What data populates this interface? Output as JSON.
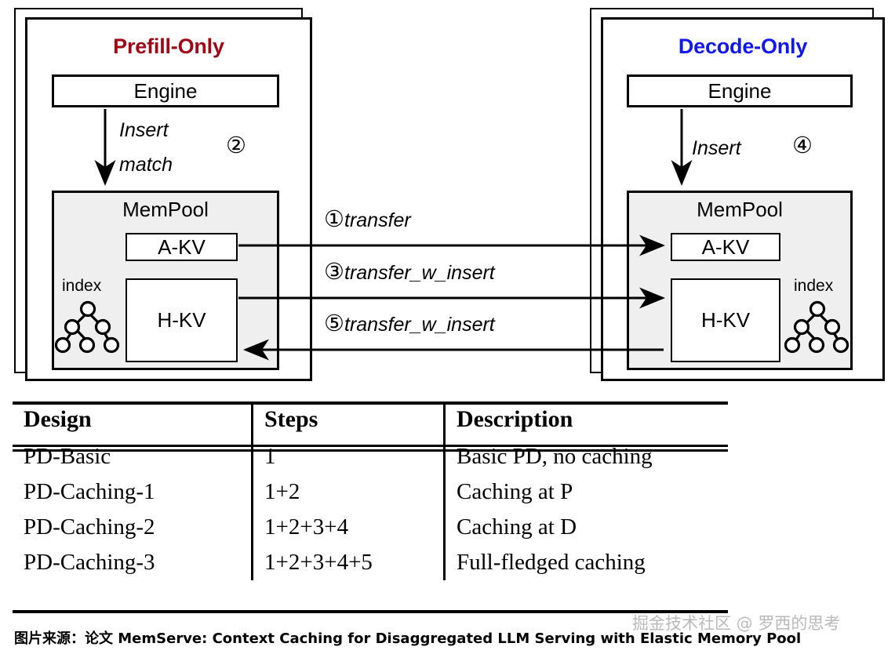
{
  "figure": {
    "left_panel": {
      "title": "Prefill-Only",
      "title_color": "#9e0715",
      "engine_label": "Engine",
      "mempool_label": "MemPool",
      "akv_label": "A-KV",
      "hkv_label": "H-KV",
      "index_label": "index",
      "op_line1": "Insert",
      "op_line2": "match",
      "step_marker": "②"
    },
    "right_panel": {
      "title": "Decode-Only",
      "title_color": "#1117f0",
      "engine_label": "Engine",
      "mempool_label": "MemPool",
      "akv_label": "A-KV",
      "hkv_label": "H-KV",
      "index_label": "index",
      "op_line1": "Insert",
      "step_marker": "④"
    },
    "transfers": [
      {
        "marker": "①",
        "label": "transfer"
      },
      {
        "marker": "③",
        "label": "transfer_w_insert"
      },
      {
        "marker": "⑤",
        "label": "transfer_w_insert"
      }
    ]
  },
  "table": {
    "headers": [
      "Design",
      "Steps",
      "Description"
    ],
    "rows": [
      [
        "PD-Basic",
        "1",
        "Basic PD, no caching"
      ],
      [
        "PD-Caching-1",
        "1+2",
        "Caching at P"
      ],
      [
        "PD-Caching-2",
        "1+2+3+4",
        "Caching at D"
      ],
      [
        "PD-Caching-3",
        "1+2+3+4+5",
        "Full-fledged caching"
      ]
    ]
  },
  "caption": "图片来源：论文 MemServe: Context Caching for Disaggregated LLM Serving with Elastic Memory Pool",
  "watermark": "掘金技术社区 @ 罗西的思考"
}
